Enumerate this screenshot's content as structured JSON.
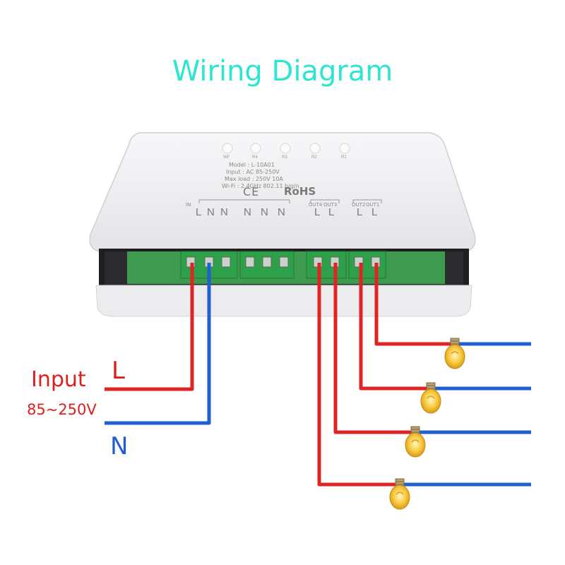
{
  "title": "Wiring Diagram",
  "input": {
    "label": "Input",
    "voltage": "85~250V",
    "line_label": "L",
    "neutral_label": "N"
  },
  "device": {
    "model": "Model : L-10A01",
    "input_spec": "Input : AC 85-250V",
    "max_load": "Max load : 250V 10A",
    "wifi": "Wi-Fi : 2.4GHz 802.11 b/g/n",
    "ce": "CE",
    "rohs": "RoHS",
    "led_labels": [
      "WF",
      "R4",
      "R3",
      "R2",
      "R1"
    ],
    "in_tag": "IN",
    "out_tags": [
      "OUT4",
      "OUT3",
      "OUT2",
      "OUT1"
    ],
    "terminals": [
      "L",
      "N",
      "N",
      "N",
      "N",
      "N",
      "L",
      "L",
      "L",
      "L"
    ]
  },
  "colors": {
    "line": "#e02424",
    "neutral": "#1f5fd0",
    "title": "#2ee6d0",
    "terminal": "#2fa04a",
    "bulb": "#f3b92a"
  },
  "loads": [
    "bulb-icon",
    "bulb-icon",
    "bulb-icon",
    "bulb-icon"
  ]
}
